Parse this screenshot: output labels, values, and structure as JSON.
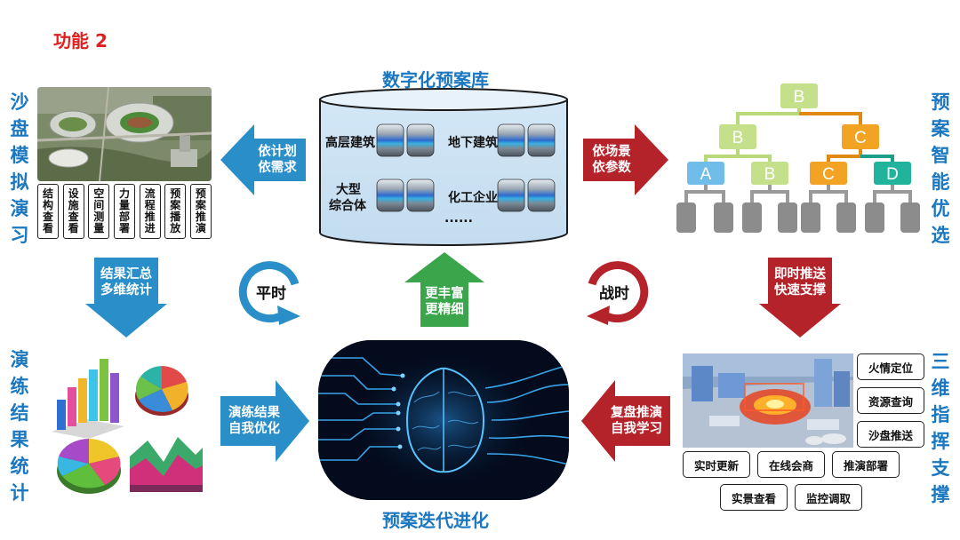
{
  "function_label": "功能 2",
  "database": {
    "title": "数字化预案库",
    "items": [
      "高层建筑",
      "地下建筑",
      "大型",
      "综合体",
      "化工企业",
      "......"
    ]
  },
  "sandtable": {
    "title_chars": [
      "沙",
      "盘",
      "模",
      "拟",
      "演",
      "习"
    ],
    "buttons": [
      [
        "结",
        "构",
        "查",
        "看"
      ],
      [
        "设",
        "施",
        "查",
        "看"
      ],
      [
        "空",
        "间",
        "测",
        "量"
      ],
      [
        "力",
        "量",
        "部",
        "署"
      ],
      [
        "流",
        "程",
        "推",
        "进"
      ],
      [
        "预",
        "案",
        "播",
        "放"
      ],
      [
        "预",
        "案",
        "推",
        "演"
      ]
    ]
  },
  "smart": {
    "title_chars": [
      "预",
      "案",
      "智",
      "能",
      "优",
      "选"
    ],
    "tree_nodes": {
      "root": "B",
      "l1_left": "B",
      "l1_right": "C",
      "l2": [
        "A",
        "B",
        "C",
        "D"
      ]
    }
  },
  "results": {
    "title_chars": [
      "演",
      "练",
      "结",
      "果",
      "统",
      "计"
    ]
  },
  "command": {
    "title_chars": [
      "三",
      "维",
      "指",
      "挥",
      "支",
      "撑"
    ],
    "side_buttons": [
      "火情定位",
      "资源查询",
      "沙盘推送"
    ],
    "bottom_row1": [
      "实时更新",
      "在线会商",
      "推演部署"
    ],
    "bottom_row2": [
      "实景查看",
      "监控调取"
    ]
  },
  "iteration": {
    "title": "预案迭代进化"
  },
  "arrows": {
    "by_plan": [
      "依计划",
      "依需求"
    ],
    "by_scene": [
      "依场景",
      "依参数"
    ],
    "summary": [
      "结果汇总",
      "多维统计"
    ],
    "instant": [
      "即时推送",
      "快速支撑"
    ],
    "richer": [
      "更丰富",
      "更精细"
    ],
    "drill": [
      "演练结果",
      "自我优化"
    ],
    "review": [
      "复盘推演",
      "自我学习"
    ]
  },
  "cycles": {
    "peace": "平时",
    "war": "战时"
  },
  "colors": {
    "blue": "#2a8fc8",
    "red": "#b5232a",
    "green": "#3aa54a",
    "title_blue": "#1a77c0",
    "label_red": "#e02020"
  }
}
